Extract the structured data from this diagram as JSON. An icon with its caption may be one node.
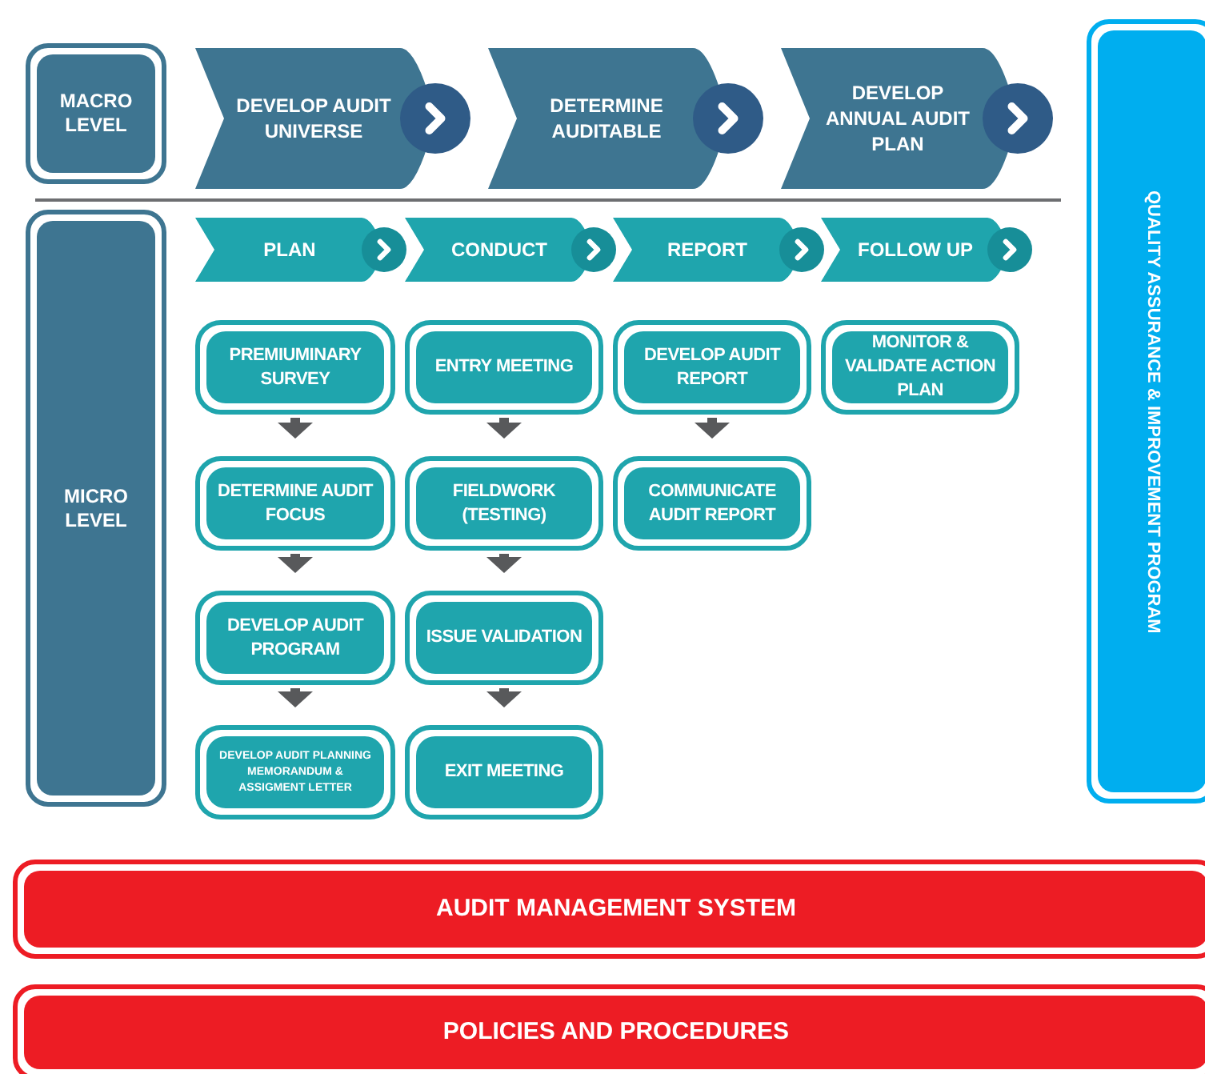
{
  "diagram": {
    "nodes": [
      {
        "text": [
          "MACRO LEVEL"
        ]
      },
      {
        "text": [
          "DEVELOP AUDIT UNIVERSE"
        ]
      },
      {
        "text": [
          "DETERMINE AUDITABLE"
        ]
      },
      {
        "text": [
          "DEVELOP ANNUAL AUDIT PLAN"
        ]
      },
      {
        "text": [
          "QUALITY ASSURANCE & IMPROVEMENT PROGRAM"
        ]
      },
      {
        "text": [
          "MICRO LEVEL"
        ]
      },
      {
        "text": [
          "PLAN"
        ]
      },
      {
        "text": [
          "CONDUCT"
        ]
      },
      {
        "text": [
          "REPORT"
        ]
      },
      {
        "text": [
          "FOLLOW UP"
        ]
      },
      {
        "text": [
          "PREMIUMINARY SURVEY"
        ]
      },
      {
        "text": [
          "ENTRY MEETING"
        ]
      },
      {
        "text": [
          "DEVELOP AUDIT REPORT"
        ]
      },
      {
        "text": [
          "MONITOR & VALIDATE ACTION PLAN"
        ]
      },
      {
        "text": [
          "DETERMINE AUDIT FOCUS"
        ]
      },
      {
        "text": [
          "FIELDWORK (TESTING)"
        ]
      },
      {
        "text": [
          "COMMUNICATE AUDIT REPORT"
        ]
      },
      {
        "text": [
          "DEVELOP AUDIT PROGRAM"
        ]
      },
      {
        "text": [
          "ISSUE VALIDATION"
        ]
      },
      {
        "text": [
          "DEVELOP AUDIT PLANNING MEMORANDUM & ASSIGMENT LETTER"
        ]
      },
      {
        "text": [
          "EXIT MEETING"
        ]
      },
      {
        "text": [
          "AUDIT MANAGEMENT SYSTEM"
        ]
      },
      {
        "text": [
          "POLICIES AND PROCEDURES"
        ]
      }
    ],
    "edges": [
      {
        "from": 10,
        "to": 14,
        "arrow": "to"
      },
      {
        "from": 14,
        "to": 17,
        "arrow": "to"
      },
      {
        "from": 17,
        "to": 19,
        "arrow": "to"
      },
      {
        "from": 11,
        "to": 15,
        "arrow": "to"
      },
      {
        "from": 15,
        "to": 18,
        "arrow": "to"
      },
      {
        "from": 18,
        "to": 20,
        "arrow": "to"
      },
      {
        "from": 12,
        "to": 16,
        "arrow": "to"
      }
    ]
  }
}
